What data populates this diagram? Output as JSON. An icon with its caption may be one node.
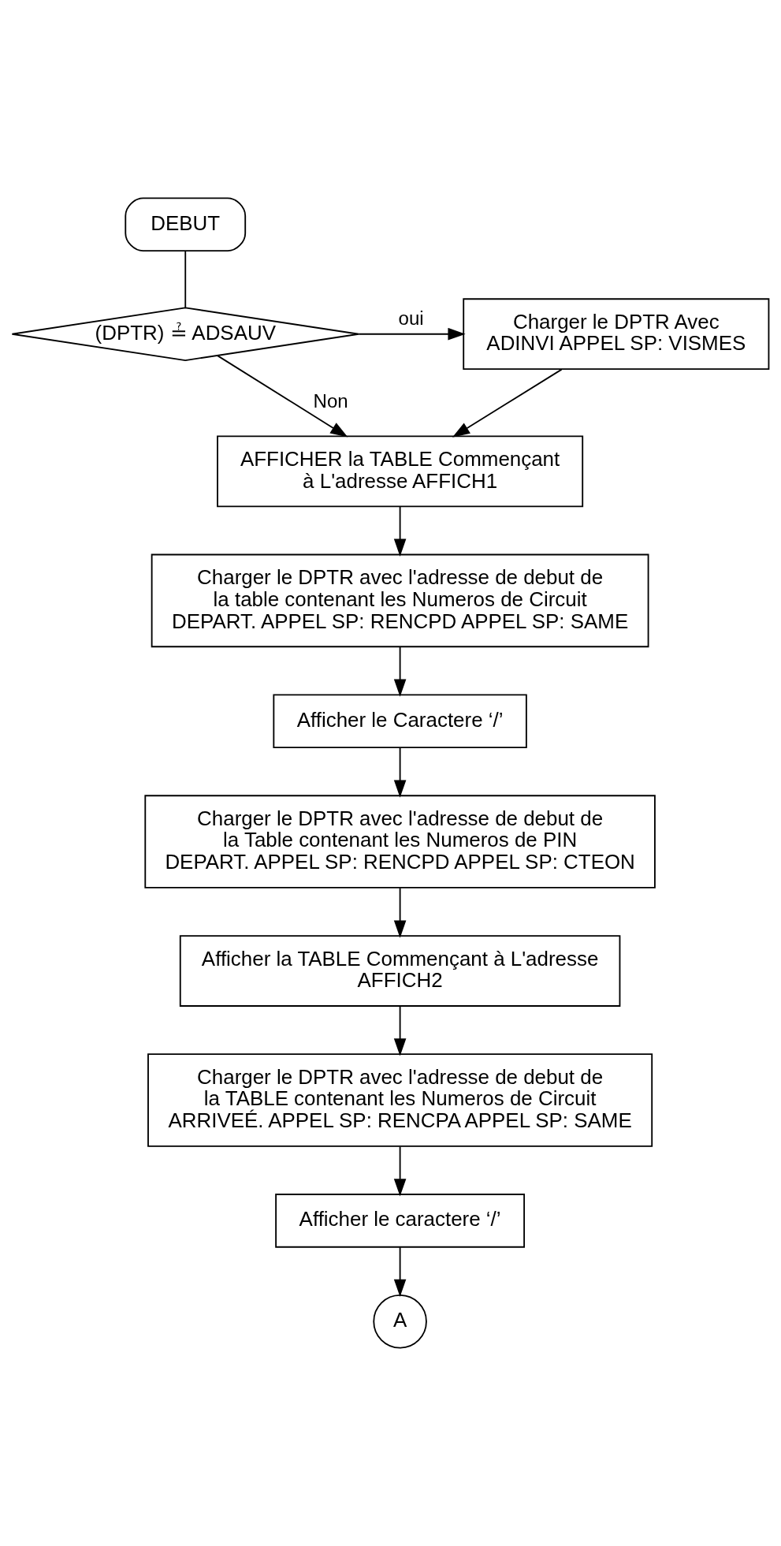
{
  "diagram": {
    "nodes": [
      {
        "text": [
          "DEBUT"
        ]
      },
      {
        "text": [
          "(DPTR) ≟ ADSAUV"
        ]
      },
      {
        "text": [
          "Charger le DPTR Avec ADINVI APPEL SP: VISMES"
        ]
      },
      {
        "text": [
          "AFFICHER la TABLE Commençant à L'adresse AFFICH1"
        ]
      },
      {
        "text": [
          "Charger le DPTR avec l'adresse de debut de la table contenant les Numeros de Circuit DEPART. APPEL SP: RENCPD APPEL SP: SAME"
        ]
      },
      {
        "text": [
          "Afficher le Caractere ‘/’"
        ]
      },
      {
        "text": [
          "Charger le DPTR avec l'adresse de debut de la Table contenant les Numeros de PIN DEPART. APPEL SP: RENCPD APPEL SP: CTEON"
        ]
      },
      {
        "text": [
          "Afficher la TABLE Commençant à L'adresse AFFICH2"
        ]
      },
      {
        "text": [
          "Charger le DPTR avec l'adresse de debut de la TABLE contenant les Numeros de Circuit ARRIVEÉ. APPEL SP: RENCPA APPEL SP: SAME"
        ]
      },
      {
        "text": [
          "Afficher le caractere ‘/’"
        ]
      },
      {
        "text": [
          "A"
        ]
      }
    ],
    "edges": [
      {
        "from": 0,
        "to": 1,
        "arrow": "none"
      },
      {
        "from": 1,
        "to": 2,
        "arrow": "to",
        "label": "oui"
      },
      {
        "from": 1,
        "to": 3,
        "arrow": "to",
        "label": "Non"
      },
      {
        "from": 2,
        "to": 3,
        "arrow": "to"
      },
      {
        "from": 3,
        "to": 4,
        "arrow": "to"
      },
      {
        "from": 4,
        "to": 5,
        "arrow": "to"
      },
      {
        "from": 5,
        "to": 6,
        "arrow": "to"
      },
      {
        "from": 6,
        "to": 7,
        "arrow": "to"
      },
      {
        "from": 7,
        "to": 8,
        "arrow": "to"
      },
      {
        "from": 8,
        "to": 9,
        "arrow": "to"
      },
      {
        "from": 9,
        "to": 10,
        "arrow": "to"
      }
    ]
  }
}
